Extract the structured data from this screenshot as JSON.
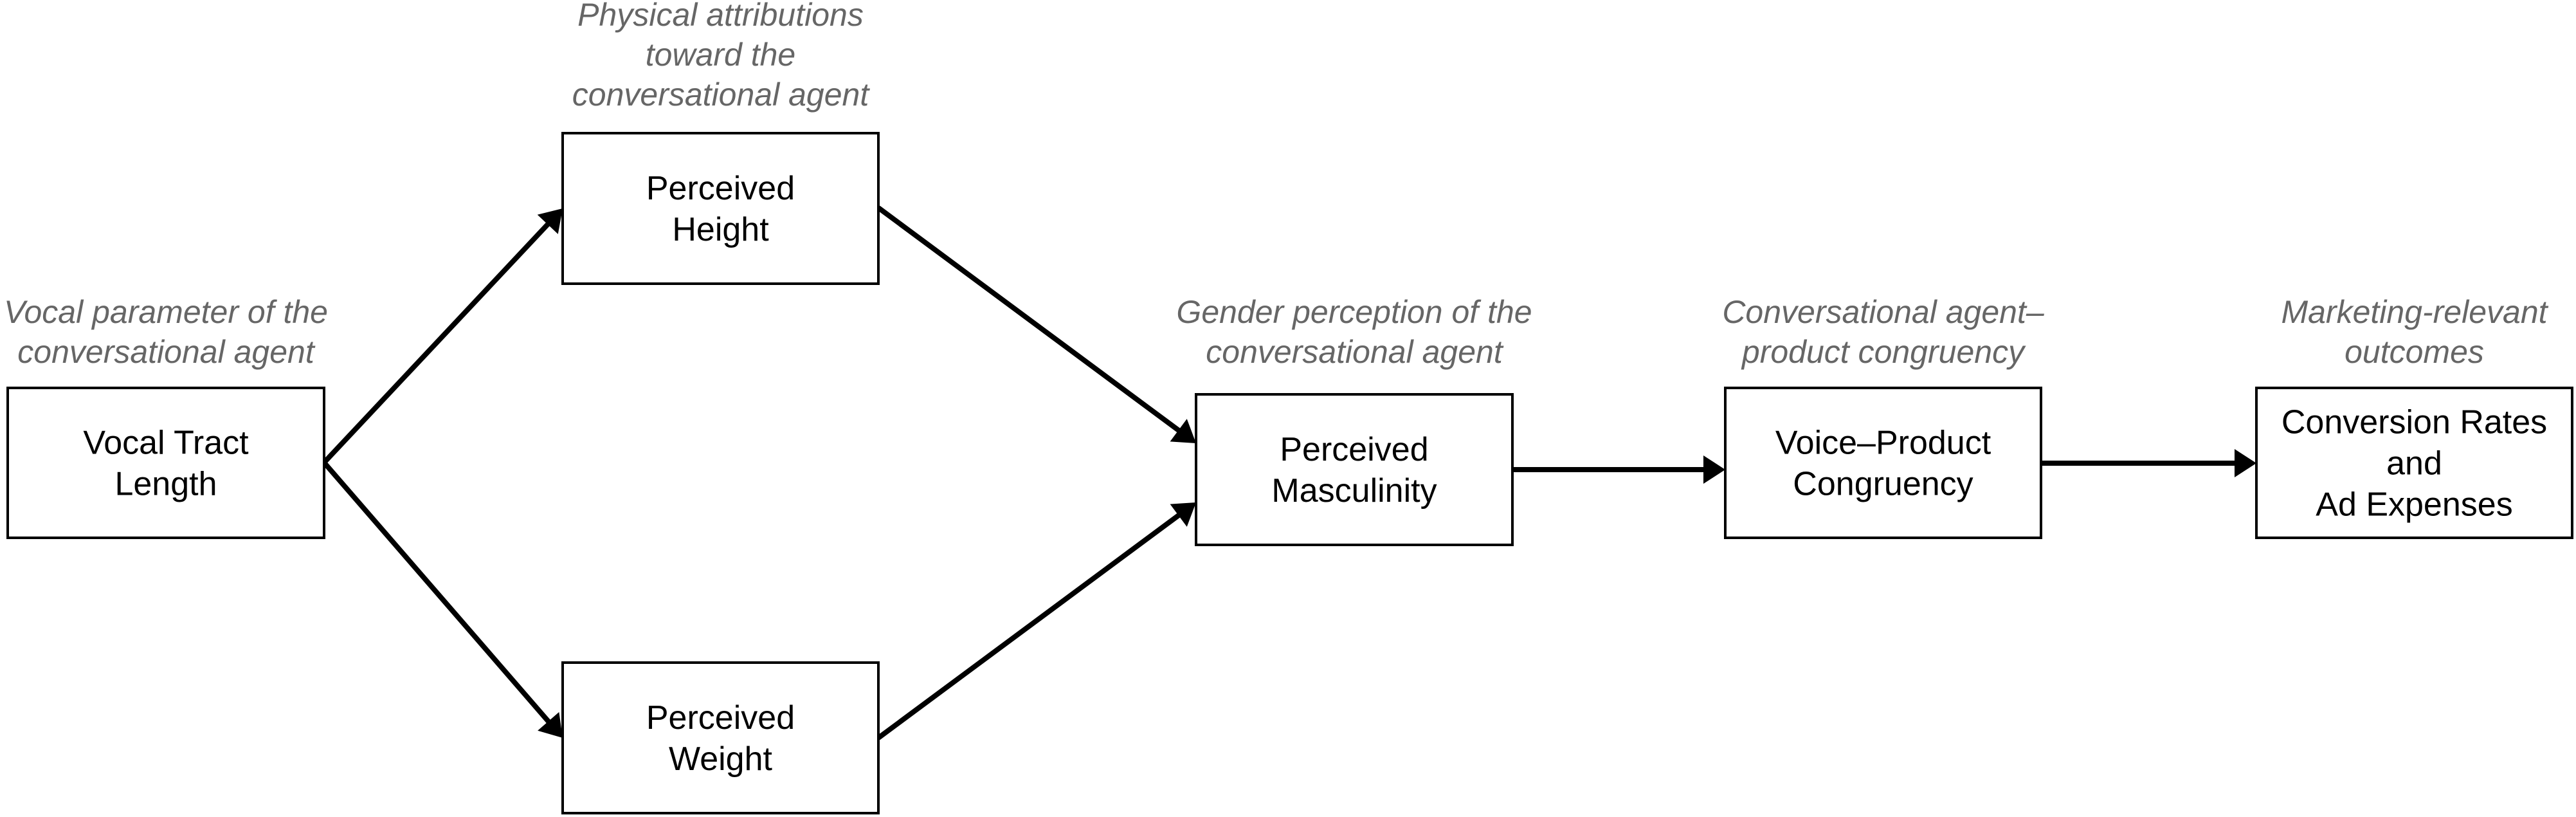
{
  "diagram": {
    "type": "path-model",
    "nodes": [
      {
        "id": "vtl",
        "lines": [
          "Vocal Tract",
          "Length"
        ],
        "caption": [
          "Vocal parameter of the",
          "conversational agent"
        ]
      },
      {
        "id": "height",
        "lines": [
          "Perceived",
          "Height"
        ],
        "caption": [
          "Physical attributions",
          "toward the",
          "conversational agent"
        ]
      },
      {
        "id": "weight",
        "lines": [
          "Perceived",
          "Weight"
        ],
        "caption": []
      },
      {
        "id": "masculinity",
        "lines": [
          "Perceived",
          "Masculinity"
        ],
        "caption": [
          "Gender perception of the",
          "conversational agent"
        ]
      },
      {
        "id": "congruency",
        "lines": [
          "Voice–Product",
          "Congruency"
        ],
        "caption": [
          "Conversational agent–",
          "product congruency"
        ]
      },
      {
        "id": "outcomes",
        "lines": [
          "Conversion Rates",
          "and",
          "Ad Expenses"
        ],
        "caption": [
          "Marketing-relevant",
          "outcomes"
        ]
      }
    ],
    "edges": [
      {
        "from": "vtl",
        "to": "height"
      },
      {
        "from": "vtl",
        "to": "weight"
      },
      {
        "from": "height",
        "to": "masculinity"
      },
      {
        "from": "weight",
        "to": "masculinity"
      },
      {
        "from": "masculinity",
        "to": "congruency"
      },
      {
        "from": "congruency",
        "to": "outcomes"
      }
    ],
    "colors": {
      "box_stroke": "#000000",
      "text": "#000000",
      "caption": "#666666",
      "arrow": "#000000"
    }
  }
}
